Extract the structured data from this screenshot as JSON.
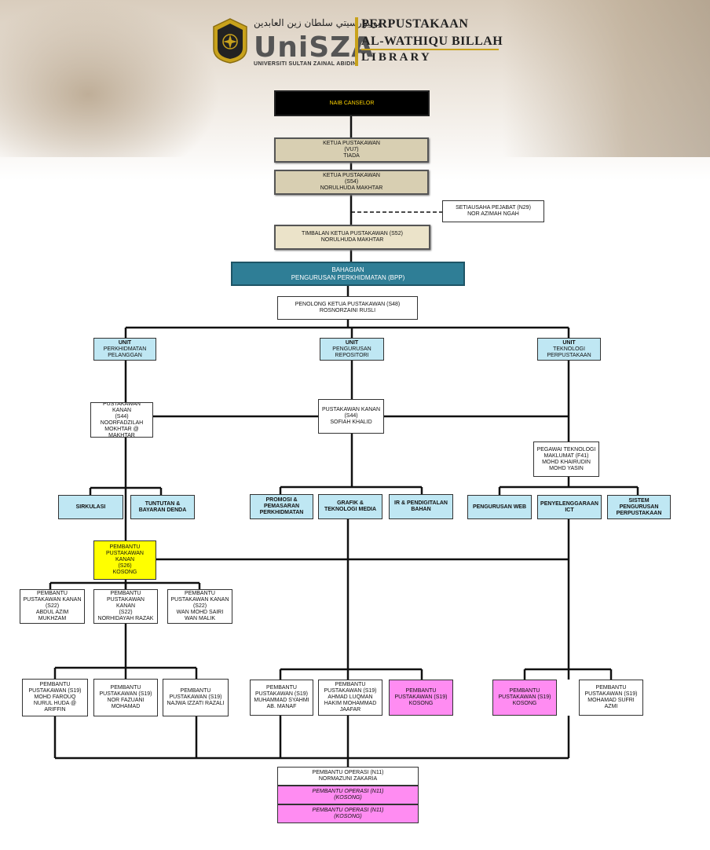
{
  "header": {
    "arabic": "يونيۏرسيتي سلطان زين العابدين",
    "uni": "UniSZA",
    "uni_full": "UNIVERSITI SULTAN ZAINAL ABIDIN",
    "line1": "PERPUSTAKAAN",
    "line2": "AL-WATHIQU BILLAH",
    "line3": "LIBRARY"
  },
  "boxes": {
    "naib": {
      "title": "NAIB CANSELOR"
    },
    "ketua_v": {
      "title": "KETUA PUSTAKAWAN",
      "grade": "(VU7)",
      "name": "TIADA"
    },
    "ketua_s": {
      "title": "KETUA PUSTAKAWAN",
      "grade": "(S54)",
      "name": "NORULHUDA MAKHTAR"
    },
    "setiausaha": {
      "title": "SETIAUSAHA PEJABAT (N29)",
      "name": "NOR AZIMAH NGAH"
    },
    "timbalan": {
      "title": "TIMBALAN KETUA PUSTAKAWAN (S52)",
      "name": "NORULHUDA MAKHTAR"
    },
    "bahagian": {
      "title": "BAHAGIAN",
      "name": "PENGURUSAN PERKHIDMATAN  (BPP)"
    },
    "penolong": {
      "title": "PENOLONG KETUA PUSTAKAWAN (S48)",
      "name": "ROSNORZAINI RUSLI"
    },
    "unit1": {
      "title": "UNIT",
      "name": "PERKHIDMATAN PELANGGAN"
    },
    "unit2": {
      "title": "UNIT",
      "name": "PENGURUSAN REPOSITORI"
    },
    "unit3": {
      "title": "UNIT",
      "name": "TEKNOLOGI PERPUSTAKAAN"
    },
    "pk1": {
      "title": "PUSTAKAWAN KANAN",
      "grade": "(S44)",
      "name": "NOORFADZILAH MOKHTAR @ MAKHTAR"
    },
    "pk2": {
      "title": "PUSTAKAWAN KANAN",
      "grade": "(S44)",
      "name": "SOFIAH KHALID"
    },
    "ptm": {
      "title": "PEGAWAI TEKNOLOGI MAKLUMAT (F41)",
      "name": "MOHD KHAIRUDIN MOHD YASIN"
    },
    "sirkulasi": {
      "title": "SIRKULASI"
    },
    "tuntutan": {
      "title": "TUNTUTAN & BAYARAN DENDA"
    },
    "promosi": {
      "title": "PROMOSI & PEMASARAN PERKHIDMATAN"
    },
    "grafik": {
      "title": "GRAFIK & TEKNOLOGI MEDIA"
    },
    "ir": {
      "title": "IR & PENDIGITALAN BAHAN"
    },
    "web": {
      "title": "PENGURUSAN WEB"
    },
    "ict": {
      "title": "PENYELENGGARAAN ICT"
    },
    "sistem": {
      "title": "SISTEM PENGURUSAN PERPUSTAKAAN"
    },
    "ppk26": {
      "title": "PEMBANTU PUSTAKAWAN KANAN",
      "grade": "(S26)",
      "name": "KOSONG"
    },
    "ppk22a": {
      "title": "PEMBANTU PUSTAKAWAN KANAN",
      "grade": "(S22)",
      "name": "ABDUL AZIM MUKHZAM"
    },
    "ppk22b": {
      "title": "PEMBANTU PUSTAKAWAN KANAN",
      "grade": "(S22)",
      "name": "NORHIDAYAH RAZAK"
    },
    "ppk22c": {
      "title": "PEMBANTU PUSTAKAWAN KANAN",
      "grade": "(S22)",
      "name": "WAN MOHD SAIRI WAN MALIK"
    },
    "pp1": {
      "title": "PEMBANTU PUSTAKAWAN (S19)",
      "name": "MOHD FAROUQ NURUL HUDA @ ARIFFIN"
    },
    "pp2": {
      "title": "PEMBANTU PUSTAKAWAN (S19)",
      "name": "NOR FAZUANI MOHAMAD"
    },
    "pp3": {
      "title": "PEMBANTU PUSTAKAWAN (S19)",
      "name": "NAJWA IZZATI RAZALI"
    },
    "pp4": {
      "title": "PEMBANTU PUSTAKAWAN (S19)",
      "name": "MUHAMMAD SYAHMI AB. MANAF"
    },
    "pp5": {
      "title": "PEMBANTU PUSTAKAWAN (S19)",
      "name": "AHMAD LUQMAN HAKIM MOHAMMAD JAAFAR"
    },
    "pp6": {
      "title": "PEMBANTU PUSTAKAWAN (S19)",
      "name": "KOSONG"
    },
    "pp7": {
      "title": "PEMBANTU PUSTAKAWAN (S19)",
      "name": "KOSONG"
    },
    "pp8": {
      "title": "PEMBANTU PUSTAKAWAN (S19)",
      "name": "MOHAMAD SUFRI AZMI"
    },
    "po1": {
      "title": "PEMBANTU OPERASI (N11)",
      "name": "NORMAZUNI ZAKARIA"
    },
    "po2": {
      "title": "PEMBANTU OPERASI (N11)",
      "name": "(KOSONG)"
    },
    "po3": {
      "title": "PEMBANTU OPERASI (N11)",
      "name": "(KOSONG)"
    }
  },
  "colors": {
    "black": "#000000",
    "tan": "#d8cfb2",
    "teal": "#2f7e96",
    "light_blue": "#bfe7f3",
    "yellow": "#ffff00",
    "magenta": "#ff8cf2",
    "gold": "#c8a21c"
  }
}
